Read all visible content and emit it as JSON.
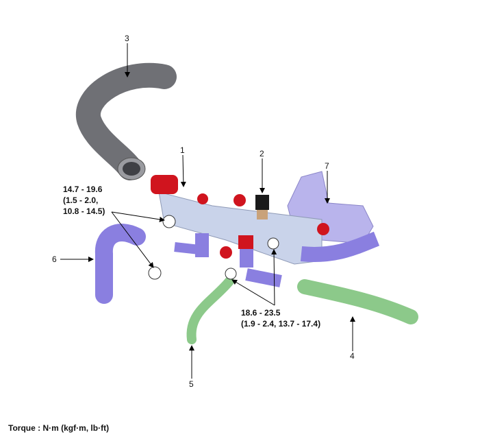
{
  "callouts": [
    "1",
    "2",
    "3",
    "4",
    "5",
    "6",
    "7"
  ],
  "torque_upper": {
    "line1": "14.7 - 19.6",
    "line2": "(1.5 - 2.0,",
    "line3": "10.8 - 14.5)"
  },
  "torque_lower": {
    "line1": "18.6 - 23.5",
    "line2": "(1.9 - 2.4, 13.7 - 17.4)"
  },
  "footer": "Torque : N·m (kgf·m, lb·ft)",
  "colors": {
    "hose_gray": "#6f7075",
    "hose_purple": "#8a7fe0",
    "hose_green": "#8cc98a",
    "manifold": "#c9d3ea",
    "seal_red": "#d0141e",
    "gasket": "#b9b4ec"
  }
}
